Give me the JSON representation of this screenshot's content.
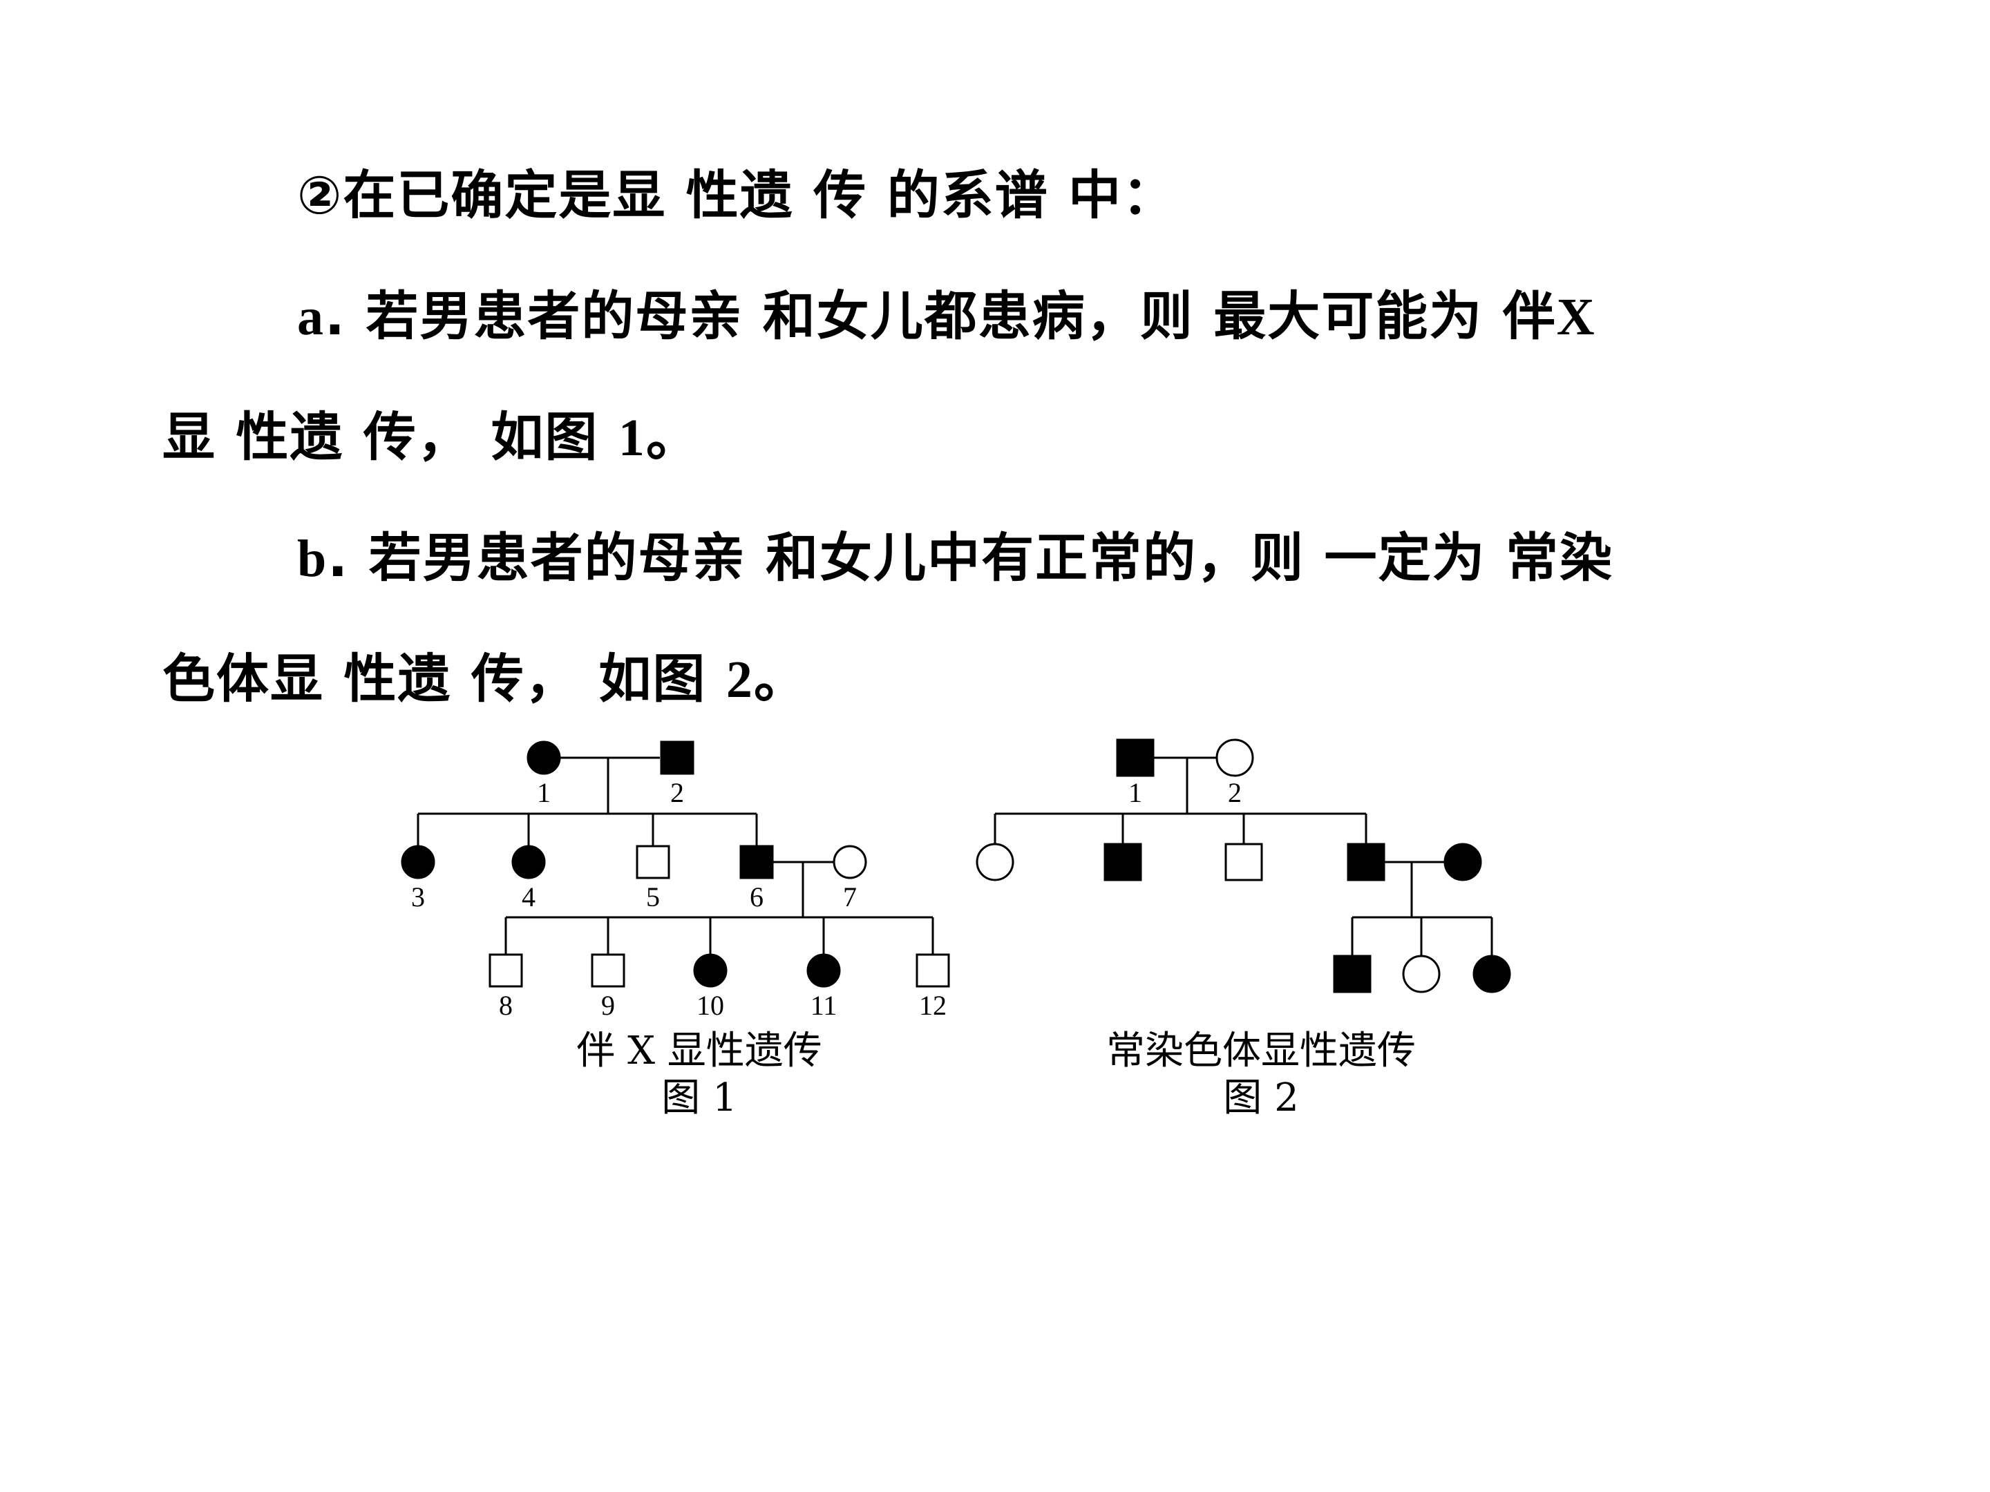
{
  "text": {
    "heading": "②在已确定是显 性遗 传 的系谱 中：",
    "a": {
      "marker": "a",
      "line1_text": ". 若男患者的母亲 和女儿都患病，则 最大可能为 伴",
      "line1_tail": "X",
      "line2_text": "显 性遗 传， 如图 ",
      "line2_num": "1",
      "line2_end": "。"
    },
    "b": {
      "marker": "b",
      "line1_text": ". 若男患者的母亲 和女儿中有正常的，则 一定为 常染",
      "line2_text": "色体显 性遗 传， 如图 ",
      "line2_num": "2",
      "line2_end": "。"
    }
  },
  "figure1": {
    "caption_title": "伴 X 显性遗传",
    "caption_label": "图 1",
    "individuals": [
      {
        "id": "1",
        "sex": "female",
        "affected": true
      },
      {
        "id": "2",
        "sex": "male",
        "affected": true
      },
      {
        "id": "3",
        "sex": "female",
        "affected": true
      },
      {
        "id": "4",
        "sex": "female",
        "affected": true
      },
      {
        "id": "5",
        "sex": "male",
        "affected": false
      },
      {
        "id": "6",
        "sex": "male",
        "affected": true
      },
      {
        "id": "7",
        "sex": "female",
        "affected": false
      },
      {
        "id": "8",
        "sex": "male",
        "affected": false
      },
      {
        "id": "9",
        "sex": "male",
        "affected": false
      },
      {
        "id": "10",
        "sex": "female",
        "affected": true
      },
      {
        "id": "11",
        "sex": "female",
        "affected": true
      },
      {
        "id": "12",
        "sex": "male",
        "affected": false
      }
    ]
  },
  "figure2": {
    "caption_title": "常染色体显性遗传",
    "caption_label": "图 2",
    "individuals": [
      {
        "id": "1",
        "sex": "male",
        "affected": true
      },
      {
        "id": "2",
        "sex": "female",
        "affected": false
      },
      {
        "sex": "female",
        "affected": false
      },
      {
        "sex": "male",
        "affected": true
      },
      {
        "sex": "male",
        "affected": false
      },
      {
        "sex": "male",
        "affected": true
      },
      {
        "sex": "female",
        "affected": true
      },
      {
        "sex": "male",
        "affected": true
      },
      {
        "sex": "female",
        "affected": false
      },
      {
        "sex": "female",
        "affected": true
      }
    ]
  }
}
